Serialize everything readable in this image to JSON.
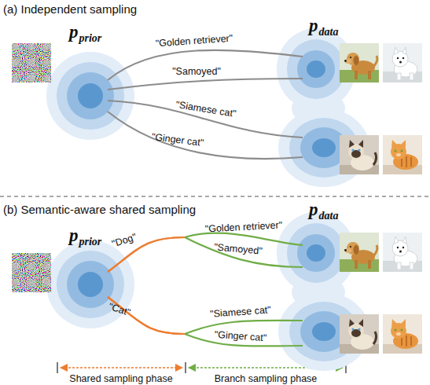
{
  "diagram": {
    "nodes": [
      {
        "text": [
          "p",
          "prior"
        ]
      },
      {
        "text": [
          "p",
          "data"
        ]
      },
      {
        "text": [
          "p",
          "prior"
        ]
      },
      {
        "text": [
          "p",
          "data"
        ]
      }
    ],
    "edges": [
      {
        "from": 0,
        "to": 1,
        "label": "\"Golden retriever\"",
        "arrow": "none"
      },
      {
        "from": 0,
        "to": 1,
        "label": "\"Samoyed\"",
        "arrow": "none"
      },
      {
        "from": 0,
        "to": 1,
        "label": "\"Siamese cat\"",
        "arrow": "none"
      },
      {
        "from": 0,
        "to": 1,
        "label": "\"Ginger cat\"",
        "arrow": "none"
      },
      {
        "from": 2,
        "to": 3,
        "label": "\"Golden retriever\"",
        "arrow": "none"
      },
      {
        "from": 2,
        "to": 3,
        "label": "\"Samoyed\"",
        "arrow": "none"
      },
      {
        "from": 2,
        "to": 3,
        "label": "\"Siamese cat\"",
        "arrow": "none"
      },
      {
        "from": 2,
        "to": 3,
        "label": "\"Ginger cat\"",
        "arrow": "none"
      }
    ],
    "labels": [
      "(a) Independent sampling",
      "(b) Semantic-aware shared sampling",
      "\"Dog\"",
      "\"Cat\"",
      "Shared sampling phase",
      "Branch sampling phase"
    ]
  }
}
